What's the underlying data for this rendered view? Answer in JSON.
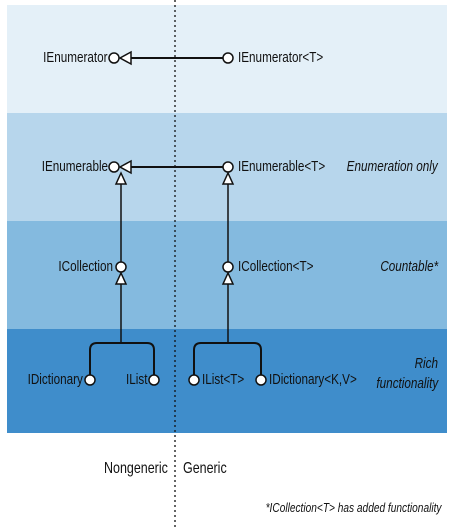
{
  "interfaces": {
    "ienumerator": "IEnumerator",
    "ienumerator_t": "IEnumerator<T>",
    "ienumerable": "IEnumerable",
    "ienumerable_t": "IEnumerable<T>",
    "icollection": "ICollection",
    "icollection_t": "ICollection<T>",
    "idictionary": "IDictionary",
    "ilist": "IList",
    "ilist_t": "IList<T>",
    "idictionary_kv": "IDictionary<K,V>"
  },
  "band_labels": {
    "enumeration_only": "Enumeration only",
    "countable": "Countable*",
    "rich_line1": "Rich",
    "rich_line2": "functionality"
  },
  "footer": {
    "nongeneric": "Nongeneric",
    "generic": "Generic",
    "footnote": "*ICollection<T> has added functionality"
  },
  "colors": {
    "band_1": "#e4f0f8",
    "band_2": "#b7d6ec",
    "band_3": "#84badf",
    "band_4": "#3f8dcb"
  }
}
